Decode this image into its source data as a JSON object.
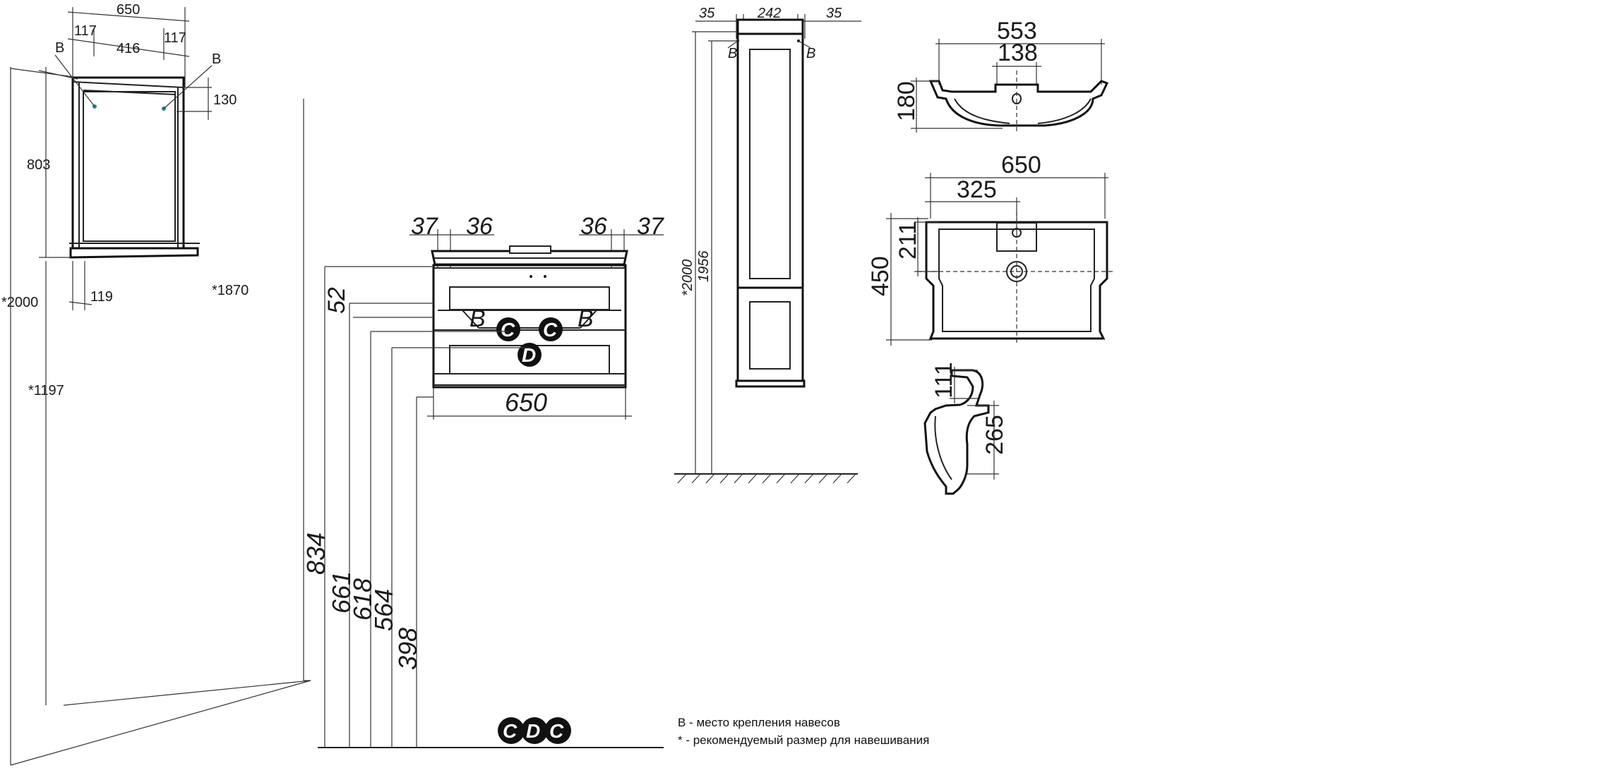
{
  "mirror": {
    "width": "650",
    "left_offset": "117",
    "inner_span": "416",
    "right_offset": "117",
    "top_band": "130",
    "height": "803",
    "shelf_depth": "119",
    "total_height": "*2000",
    "top_from_floor": "*1870",
    "bottom_from_floor": "*1197",
    "mount_left": "B",
    "mount_right": "B"
  },
  "vanity": {
    "left_outer": "37",
    "left_inner": "36",
    "right_inner": "36",
    "right_outer": "37",
    "drawer_gap": "52",
    "height_total": "834",
    "h661": "661",
    "h618": "618",
    "h564": "564",
    "h398": "398",
    "width": "650",
    "mount_left": "B",
    "mount_right": "B",
    "c_label": "C",
    "d_label": "D"
  },
  "legend_badges": [
    "C",
    "D",
    "C"
  ],
  "column": {
    "left_margin": "35",
    "width": "242",
    "right_margin": "35",
    "total_height": "*2000",
    "mount_height": "1956",
    "mount_left": "B",
    "mount_right": "B"
  },
  "notes": {
    "line1": "B - место крепления навесов",
    "line2": "* - рекомендуемый размер для навешивания"
  },
  "basin_front": {
    "width": "553",
    "tap_width": "138",
    "height": "180"
  },
  "basin_top": {
    "width": "650",
    "half_width": "325",
    "tap_depth": "211",
    "depth": "450"
  },
  "basin_side": {
    "rim": "111",
    "height": "265"
  }
}
